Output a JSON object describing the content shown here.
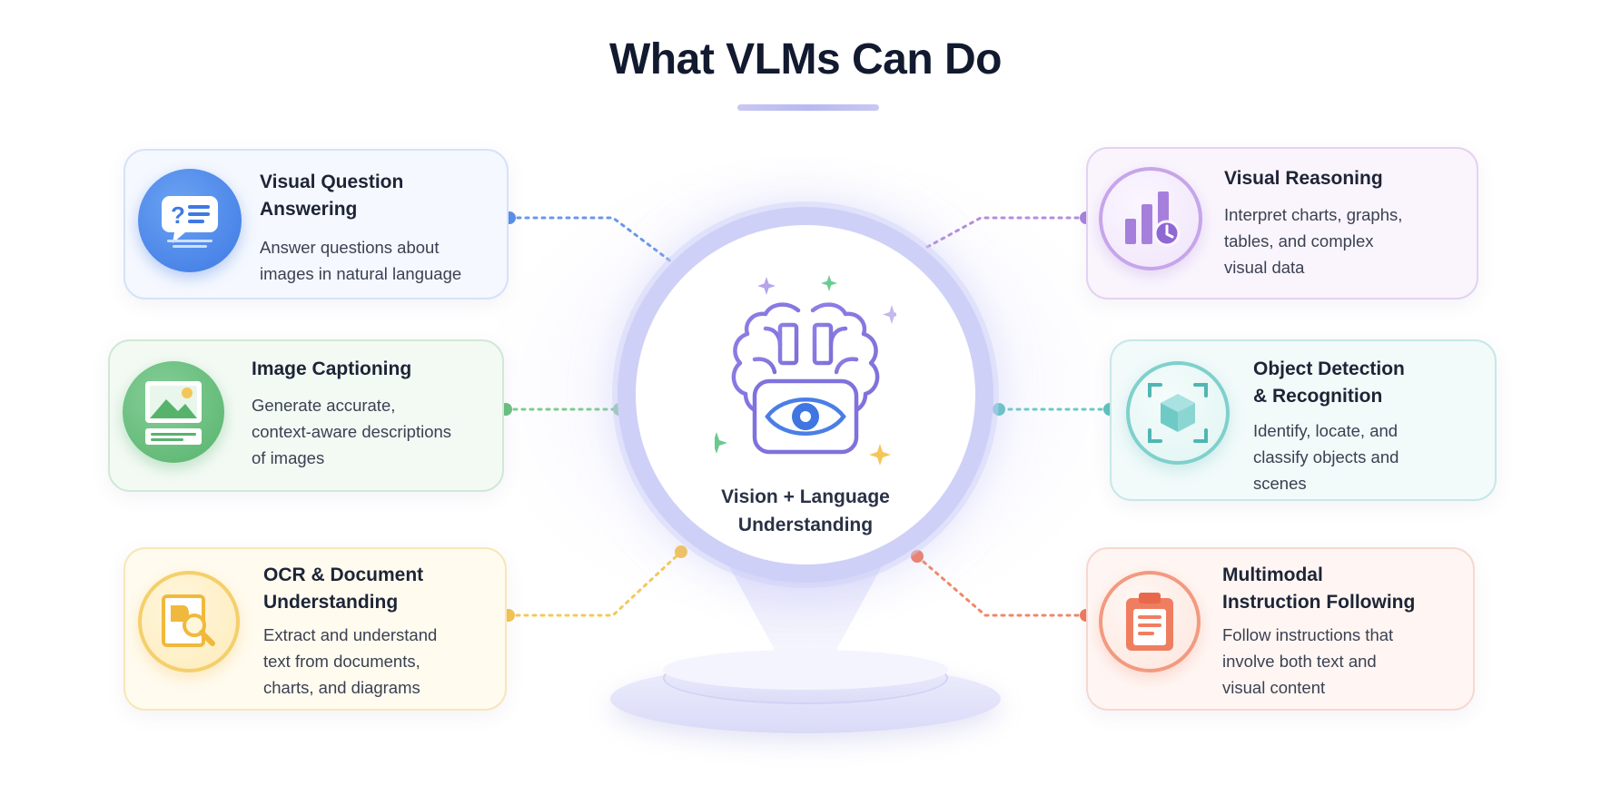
{
  "title": "What VLMs Can Do",
  "center": {
    "label_line1": "Vision + Language",
    "label_line2": "Understanding",
    "icon": "brain-eye-icon"
  },
  "capabilities": [
    {
      "title_line1": "Visual Question",
      "title_line2": "Answering",
      "desc_line1": "Answer questions about",
      "desc_line2": "images in natural language",
      "icon": "question-chat-icon",
      "color": "#4f87ea"
    },
    {
      "title_line1": "Image Captioning",
      "desc_line1": "Generate accurate,",
      "desc_line2": "context-aware descriptions",
      "desc_line3": "of images",
      "icon": "image-caption-icon",
      "color": "#5fb574"
    },
    {
      "title_line1": "OCR & Document",
      "title_line2": "Understanding",
      "desc_line1": "Extract and understand",
      "desc_line2": "text from documents,",
      "desc_line3": "charts, and diagrams",
      "icon": "document-magnifier-icon",
      "color": "#f2c14f"
    },
    {
      "title_line1": "Visual Reasoning",
      "desc_line1": "Interpret charts, graphs,",
      "desc_line2": "tables, and complex",
      "desc_line3": "visual data",
      "icon": "bar-chart-clock-icon",
      "color": "#a97fdc"
    },
    {
      "title_line1": "Object Detection",
      "title_line2": "& Recognition",
      "desc_line1": "Identify, locate, and",
      "desc_line2": "classify objects and",
      "desc_line3": "scenes",
      "icon": "cube-focus-icon",
      "color": "#57c0bd"
    },
    {
      "title_line1": "Multimodal",
      "title_line2": "Instruction Following",
      "desc_line1": "Follow instructions that",
      "desc_line2": "involve both text and",
      "desc_line3": "visual content",
      "icon": "clipboard-icon",
      "color": "#ef8063"
    }
  ]
}
